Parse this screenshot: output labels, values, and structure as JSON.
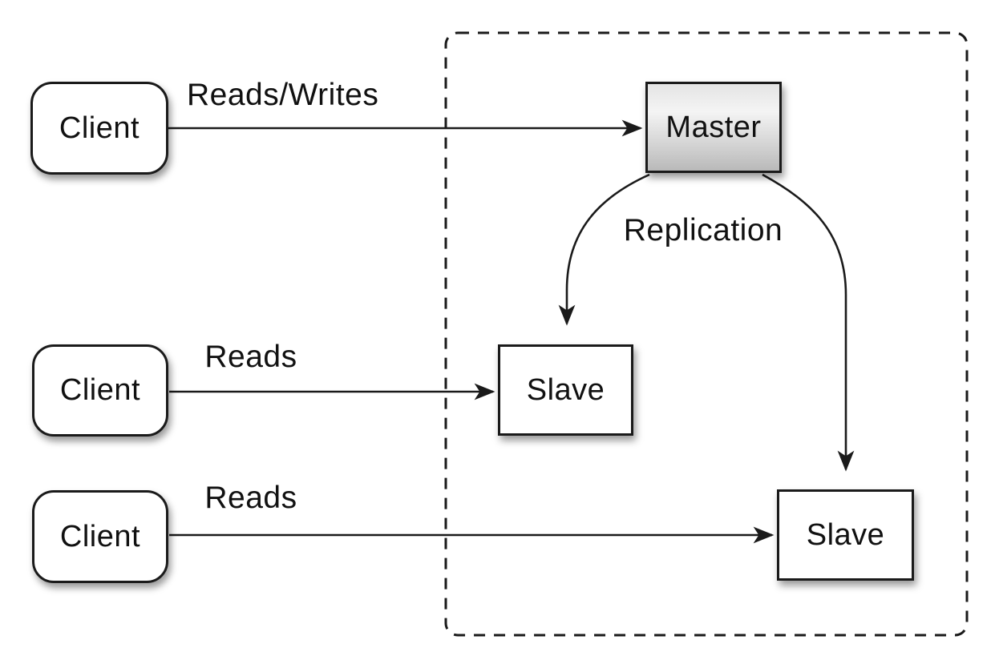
{
  "nodes": {
    "client_top": {
      "label": "Client"
    },
    "client_middle": {
      "label": "Client"
    },
    "client_bottom": {
      "label": "Client"
    },
    "master": {
      "label": "Master"
    },
    "slave_top": {
      "label": "Slave"
    },
    "slave_bottom": {
      "label": "Slave"
    }
  },
  "edge_labels": {
    "reads_writes": "Reads/Writes",
    "reads_middle": "Reads",
    "reads_bottom": "Reads",
    "replication": "Replication"
  },
  "colors": {
    "background": "#ffffff",
    "stroke": "#1a1a1a",
    "node_fill": "#ffffff",
    "master_gradient_top": "#e4e4e4",
    "master_gradient_bottom": "#b9b9b9",
    "text": "#111111"
  }
}
